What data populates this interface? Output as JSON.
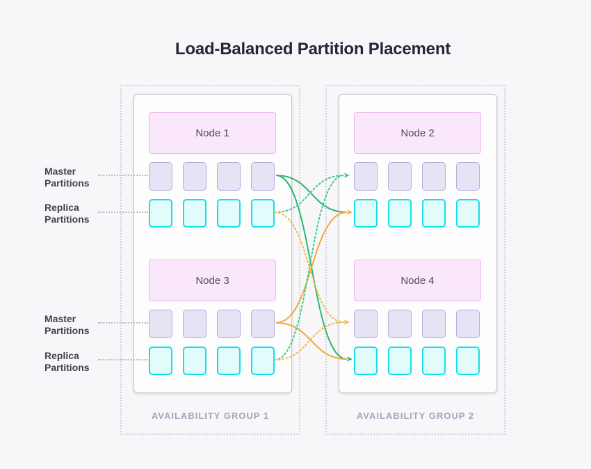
{
  "title": "Load-Balanced Partition Placement",
  "side_labels": {
    "master_top": [
      "Master",
      "Partitions"
    ],
    "replica_top": [
      "Replica",
      "Partitions"
    ],
    "master_bottom": [
      "Master",
      "Partitions"
    ],
    "replica_bottom": [
      "Replica",
      "Partitions"
    ]
  },
  "groups": [
    {
      "label": "AVAILABILITY GROUP 1",
      "nodes": [
        {
          "name": "Node 1",
          "master_partitions": 4,
          "replica_partitions": 4
        },
        {
          "name": "Node 3",
          "master_partitions": 4,
          "replica_partitions": 4
        }
      ]
    },
    {
      "label": "AVAILABILITY GROUP 2",
      "nodes": [
        {
          "name": "Node 2",
          "master_partitions": 4,
          "replica_partitions": 4
        },
        {
          "name": "Node 4",
          "master_partitions": 4,
          "replica_partitions": 4
        }
      ]
    }
  ],
  "colors": {
    "node_fill": "#fbe7fc",
    "node_border": "#f0b3ee",
    "master_fill": "#e7e3f5",
    "master_border": "#b7abdf",
    "replica_fill": "#e2fcfc",
    "replica_border": "#12e0ea",
    "arrow_green": "#2db56e",
    "arrow_green_dotted": "#3ecc8d",
    "arrow_orange": "#f2a93b",
    "arrow_orange_dotted": "#f2bb50"
  },
  "connections": [
    {
      "from": "node1-master",
      "to": "node2-replica",
      "style": "solid",
      "color": "green",
      "arrow": false
    },
    {
      "from": "node1-master",
      "to": "node4-replica",
      "style": "solid",
      "color": "green",
      "arrow": true
    },
    {
      "from": "node3-master",
      "to": "node2-replica",
      "style": "solid",
      "color": "orange",
      "arrow": true
    },
    {
      "from": "node3-master",
      "to": "node4-replica",
      "style": "solid",
      "color": "orange",
      "arrow": false
    },
    {
      "from": "node1-replica",
      "to": "node2-master",
      "style": "dotted",
      "color": "green",
      "arrow": false
    },
    {
      "from": "node3-replica",
      "to": "node2-master",
      "style": "dotted",
      "color": "green",
      "arrow": true
    },
    {
      "from": "node1-replica",
      "to": "node4-master",
      "style": "dotted",
      "color": "orange",
      "arrow": true
    },
    {
      "from": "node3-replica",
      "to": "node4-master",
      "style": "dotted",
      "color": "orange",
      "arrow": false
    }
  ]
}
